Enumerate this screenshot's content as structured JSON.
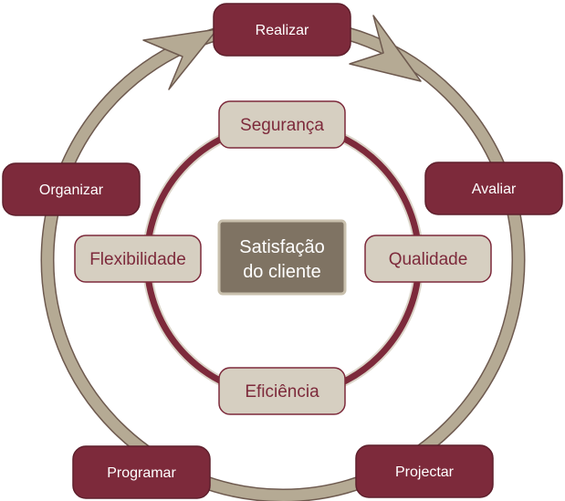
{
  "center": {
    "line1": "Satisfação",
    "line2": "do cliente"
  },
  "inner_nodes": {
    "top": "Segurança",
    "right": "Qualidade",
    "bottom": "Eficiência",
    "left": "Flexibilidade"
  },
  "outer_nodes": {
    "top": "Realizar",
    "right": "Avaliar",
    "bottom_right": "Projectar",
    "bottom_left": "Programar",
    "left": "Organizar"
  },
  "colors": {
    "dark_red": "#7d2a3b",
    "beige": "#b5aa94",
    "beige_light": "#d6cfc1",
    "center_fill": "#7f7363",
    "center_border": "#c9c0ad",
    "white_text": "#ffffff",
    "dark_text": "#7d2a3b"
  }
}
